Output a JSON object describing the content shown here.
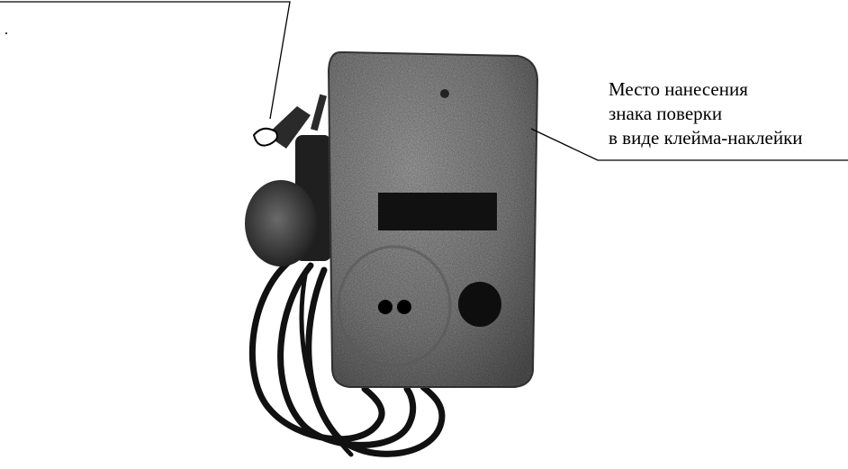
{
  "figure": {
    "device_name": "",
    "callout": {
      "line1": "Место нанесения",
      "line2": "знака поверки",
      "line3": "в виде клейма-наклейки"
    },
    "colors": {
      "ink": "#000000",
      "body_gray": "#8f8f8f",
      "display": "#1a1a1a",
      "background": "#ffffff"
    },
    "icons": {
      "seal_tag": "seal-tag-icon",
      "sensor": "temperature-sensor-icon"
    }
  }
}
